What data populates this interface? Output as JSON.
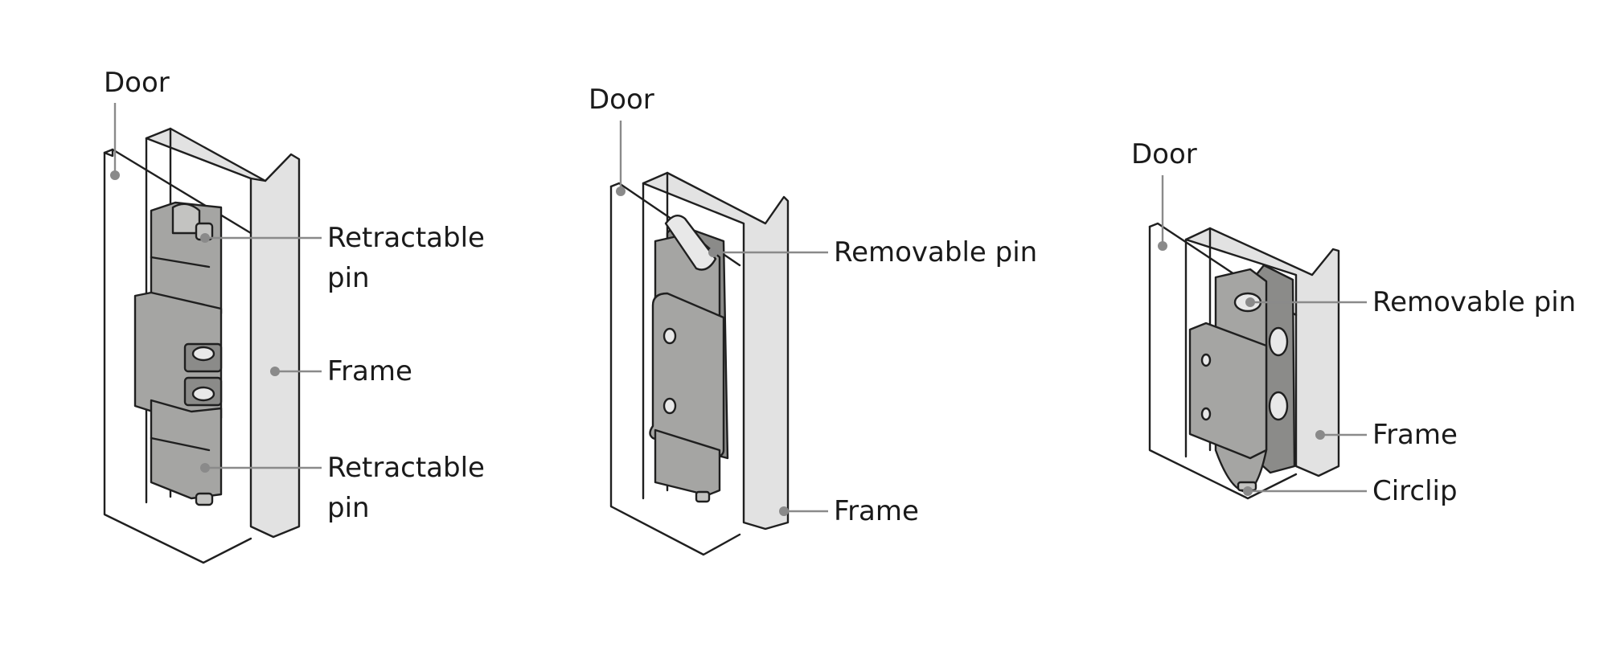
{
  "diagrams": [
    {
      "labels": {
        "door": "Door",
        "top_pin_line1": "Retractable",
        "top_pin_line2": "pin",
        "frame": "Frame",
        "bottom_pin_line1": "Retractable",
        "bottom_pin_line2": "pin"
      }
    },
    {
      "labels": {
        "door": "Door",
        "pin": "Removable pin",
        "frame": "Frame"
      }
    },
    {
      "labels": {
        "door": "Door",
        "pin": "Removable pin",
        "frame": "Frame",
        "circlip": "Circlip"
      }
    }
  ],
  "colors": {
    "frame": "#e2e2e2",
    "hinge_metal": "#a5a5a3",
    "leader_line": "#8a8a8a",
    "outline": "#1f1f1f"
  }
}
